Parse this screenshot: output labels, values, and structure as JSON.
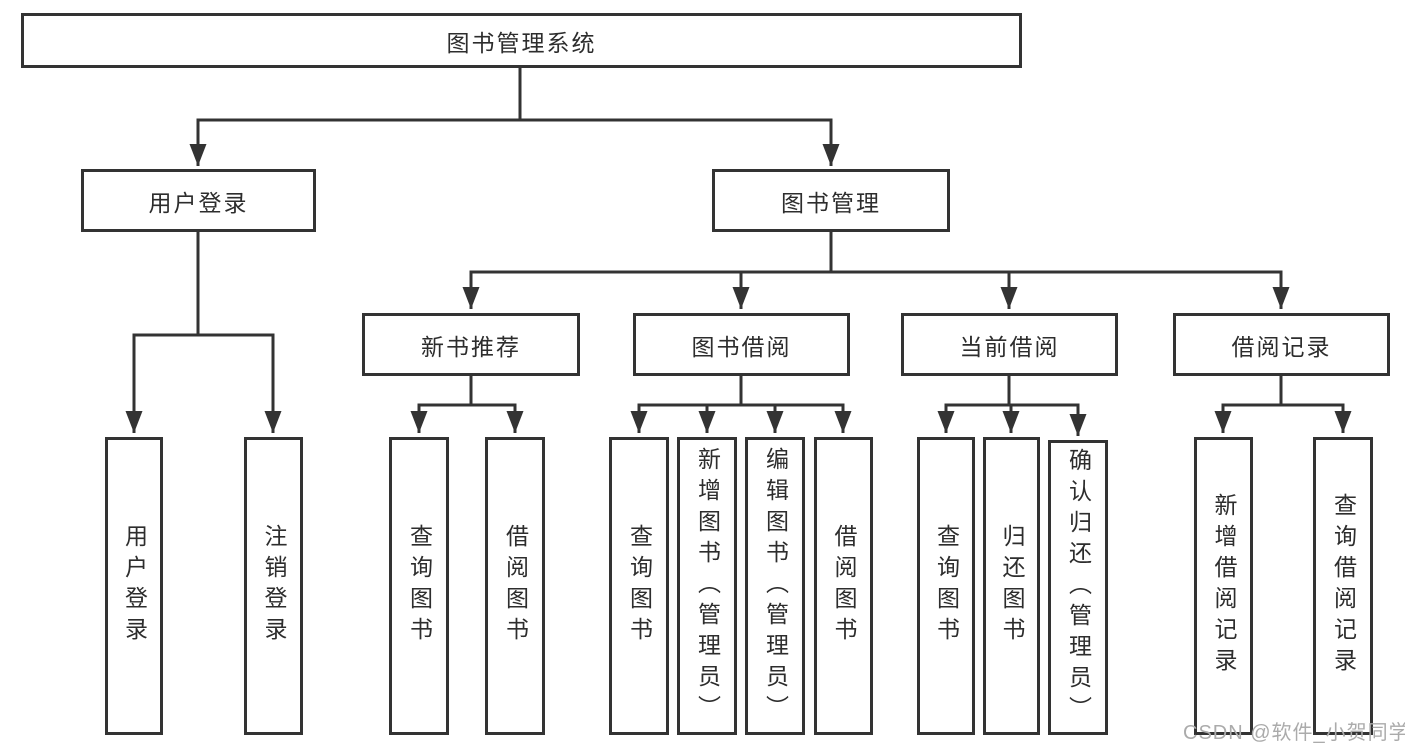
{
  "title": "图书管理系统",
  "tree": {
    "label": "图书管理系统",
    "children": [
      {
        "label": "用户登录",
        "children": [
          {
            "label": "用户登录"
          },
          {
            "label": "注销登录"
          }
        ]
      },
      {
        "label": "图书管理",
        "children": [
          {
            "label": "新书推荐",
            "children": [
              {
                "label": "查询图书"
              },
              {
                "label": "借阅图书"
              }
            ]
          },
          {
            "label": "图书借阅",
            "children": [
              {
                "label": "查询图书"
              },
              {
                "label": "新增图书（管理员）"
              },
              {
                "label": "编辑图书（管理员）"
              },
              {
                "label": "借阅图书"
              }
            ]
          },
          {
            "label": "当前借阅",
            "children": [
              {
                "label": "查询图书"
              },
              {
                "label": "归还图书"
              },
              {
                "label": "确认归还（管理员）"
              }
            ]
          },
          {
            "label": "借阅记录",
            "children": [
              {
                "label": "新增借阅记录"
              },
              {
                "label": "查询借阅记录"
              }
            ]
          }
        ]
      }
    ]
  },
  "watermark": {
    "text": "CSDN @软件_小贺同学"
  },
  "colors": {
    "line": "#333333",
    "box_border": "#333333",
    "box_fill": "#ffffff",
    "text": "#2d2d2d",
    "watermark": "#ababab",
    "background": "#ffffff"
  }
}
